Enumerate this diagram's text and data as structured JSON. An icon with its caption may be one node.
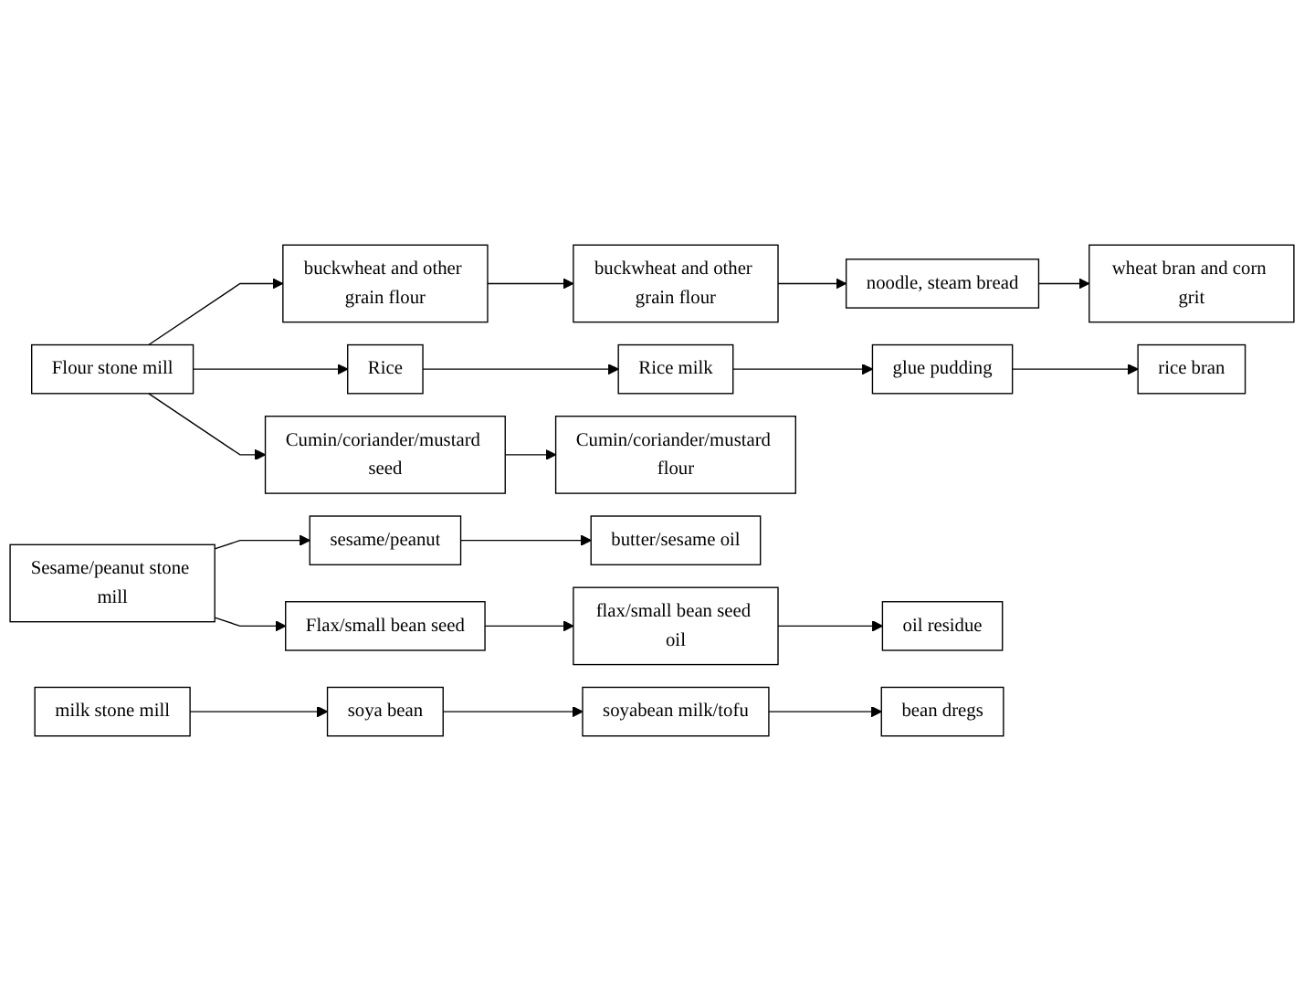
{
  "diagram": {
    "nodes": [
      {
        "text": [
          "Flour stone mill"
        ]
      },
      {
        "text": [
          "buckwheat and other grain flour"
        ]
      },
      {
        "text": [
          "buckwheat and other grain flour"
        ]
      },
      {
        "text": [
          "noodle, steam bread"
        ]
      },
      {
        "text": [
          "wheat bran and corn grit"
        ]
      },
      {
        "text": [
          "Rice"
        ]
      },
      {
        "text": [
          "Rice milk"
        ]
      },
      {
        "text": [
          "glue pudding"
        ]
      },
      {
        "text": [
          "rice bran"
        ]
      },
      {
        "text": [
          "Cumin/coriander/mustard seed"
        ]
      },
      {
        "text": [
          "Cumin/coriander/mustard flour"
        ]
      },
      {
        "text": [
          "Sesame/peanut stone mill"
        ]
      },
      {
        "text": [
          "sesame/peanut"
        ]
      },
      {
        "text": [
          "butter/sesame oil"
        ]
      },
      {
        "text": [
          "Flax/small bean seed"
        ]
      },
      {
        "text": [
          "flax/small bean seed oil"
        ]
      },
      {
        "text": [
          "oil residue"
        ]
      },
      {
        "text": [
          "milk stone mill"
        ]
      },
      {
        "text": [
          "soya bean"
        ]
      },
      {
        "text": [
          "soyabean milk/tofu"
        ]
      },
      {
        "text": [
          "bean dregs"
        ]
      }
    ],
    "edges": [
      {
        "from": 0,
        "to": 1,
        "arrow": "to"
      },
      {
        "from": 0,
        "to": 5,
        "arrow": "to"
      },
      {
        "from": 0,
        "to": 9,
        "arrow": "to"
      },
      {
        "from": 1,
        "to": 2,
        "arrow": "to"
      },
      {
        "from": 2,
        "to": 3,
        "arrow": "to"
      },
      {
        "from": 3,
        "to": 4,
        "arrow": "to"
      },
      {
        "from": 5,
        "to": 6,
        "arrow": "to"
      },
      {
        "from": 6,
        "to": 7,
        "arrow": "to"
      },
      {
        "from": 7,
        "to": 8,
        "arrow": "to"
      },
      {
        "from": 9,
        "to": 10,
        "arrow": "to"
      },
      {
        "from": 11,
        "to": 12,
        "arrow": "to"
      },
      {
        "from": 11,
        "to": 14,
        "arrow": "to"
      },
      {
        "from": 12,
        "to": 13,
        "arrow": "to"
      },
      {
        "from": 14,
        "to": 15,
        "arrow": "to"
      },
      {
        "from": 15,
        "to": 16,
        "arrow": "to"
      },
      {
        "from": 17,
        "to": 18,
        "arrow": "to"
      },
      {
        "from": 18,
        "to": 19,
        "arrow": "to"
      },
      {
        "from": 19,
        "to": 20,
        "arrow": "to"
      }
    ]
  }
}
